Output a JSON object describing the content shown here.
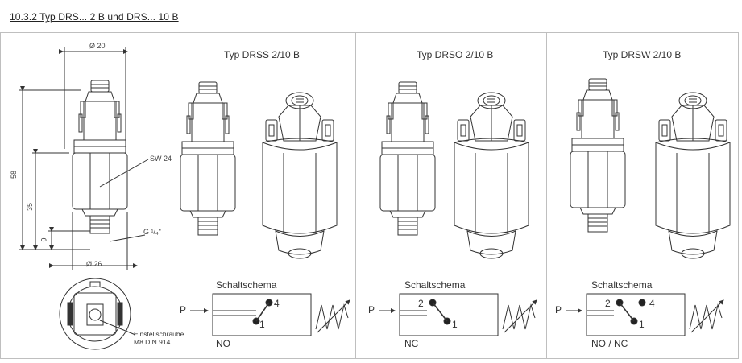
{
  "heading": "10.3.2 Typ DRS... 2 B und DRS... 10 B",
  "panels": [
    {
      "title": "Typ DRSS 2/10 B",
      "schema_title": "Schaltschema",
      "p": "P",
      "ports": [
        "4",
        "1"
      ],
      "contact": "NO"
    },
    {
      "title": "Typ DRSO 2/10 B",
      "schema_title": "Schaltschema",
      "p": "P",
      "ports": [
        "2",
        "1"
      ],
      "contact": "NC"
    },
    {
      "title": "Typ DRSW 2/10 B",
      "schema_title": "Schaltschema",
      "p": "P",
      "ports": [
        "2",
        "4",
        "1"
      ],
      "contact": "NO / NC"
    }
  ],
  "dimensions": {
    "top_diameter": "Ø 20",
    "bottom_diameter": "Ø 26",
    "total_height": "58",
    "body_height": "35",
    "thread_height": "9",
    "wrench": "SW 24",
    "thread": "G ¹/₄\""
  },
  "screw_note": {
    "line1": "Einstellschraube",
    "line2": "M8 DIN 914"
  }
}
